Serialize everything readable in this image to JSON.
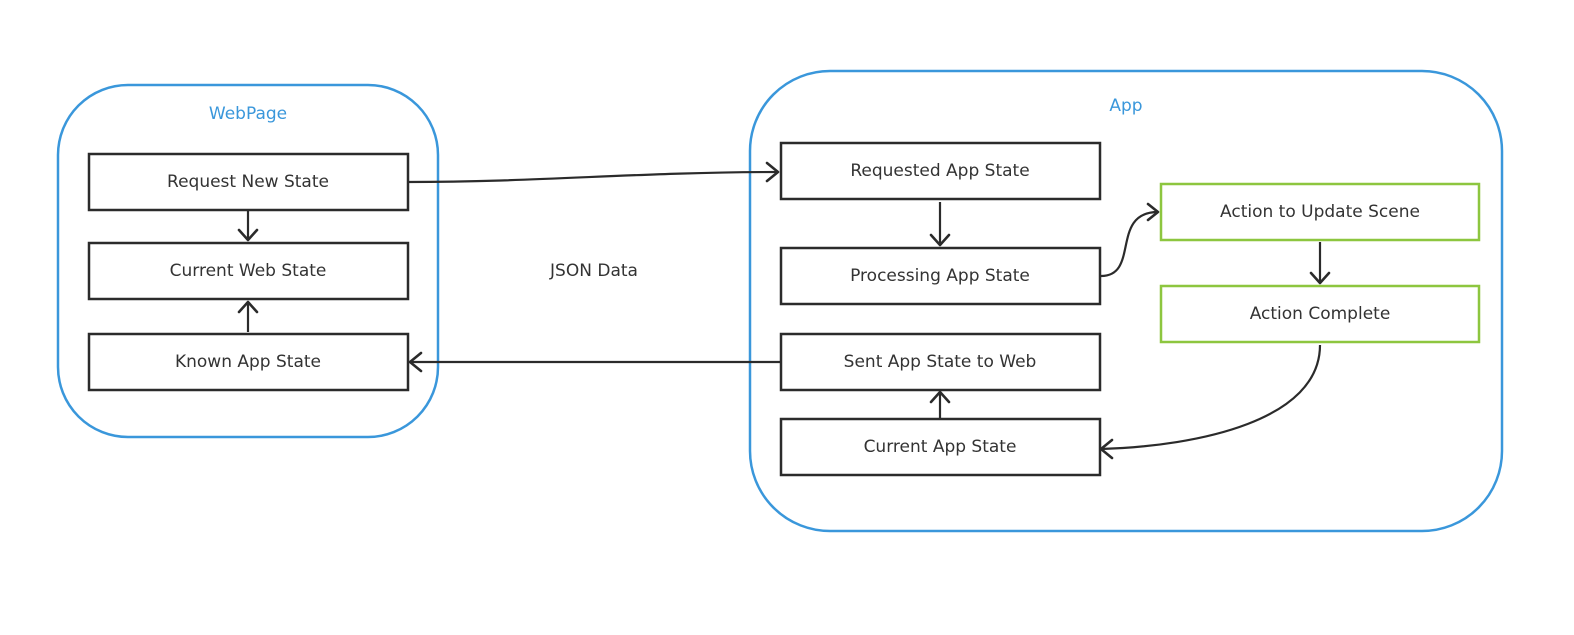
{
  "containers": {
    "webpage": {
      "label": "WebPage",
      "color": "#3a97db"
    },
    "app": {
      "label": "App",
      "color": "#3a97db"
    }
  },
  "nodes": {
    "request_new_state": "Request New State",
    "current_web_state": "Current Web State",
    "known_app_state": "Known App State",
    "requested_app_state": "Requested App State",
    "processing_app_state": "Processing App State",
    "sent_app_state_to_web": "Sent App State to Web",
    "current_app_state": "Current App State",
    "action_to_update_scene": "Action to Update Scene",
    "action_complete": "Action Complete"
  },
  "labels": {
    "json_data": "JSON Data"
  },
  "colors": {
    "container_border": "#3a97db",
    "node_border": "#2b2b2b",
    "action_border": "#8dc63f",
    "text": "#333333"
  }
}
